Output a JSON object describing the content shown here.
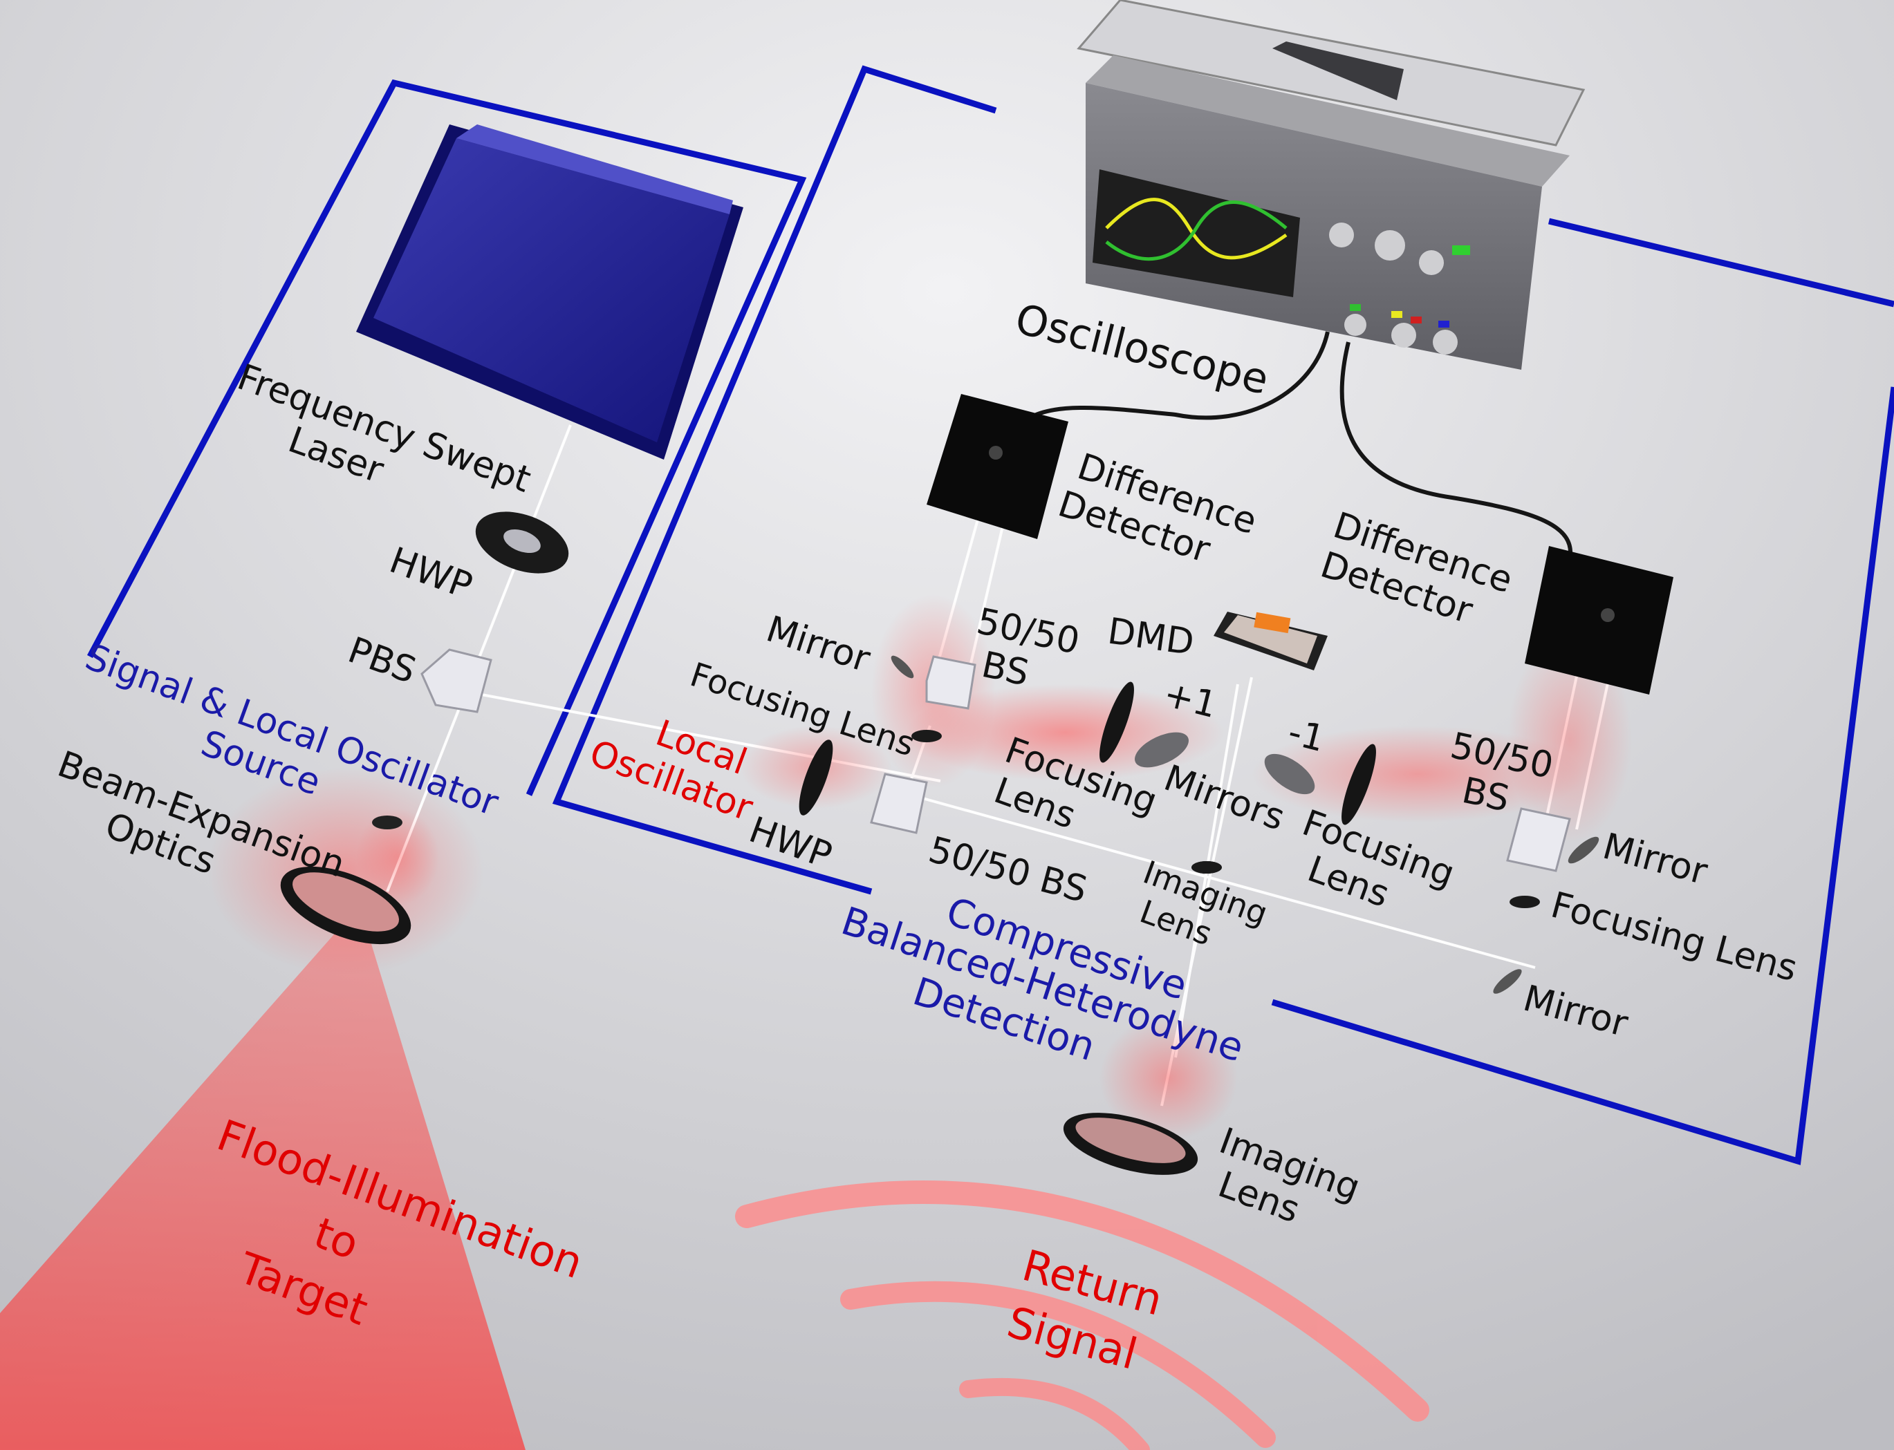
{
  "labels": {
    "laser": [
      "Frequency Swept",
      "Laser"
    ],
    "hwp_top": "HWP",
    "pbs": "PBS",
    "source": [
      "Signal & Local Oscillator",
      "Source"
    ],
    "beam_exp": [
      "Beam-Expansion",
      "Optics"
    ],
    "flood": [
      "Flood-Illumination",
      "to",
      "Target"
    ],
    "oscilloscope": "Oscilloscope",
    "diff_det_left": [
      "Difference",
      "Detector"
    ],
    "diff_det_right": [
      "Difference",
      "Detector"
    ],
    "mirror_left": "Mirror",
    "bs_left_top": [
      "50/50",
      "BS"
    ],
    "focusing_lens_left": "Focusing Lens",
    "dmd": "DMD",
    "plus1": "+1",
    "minus1": "-1",
    "local_osc": [
      "Local",
      "Oscillator"
    ],
    "hwp_mid": "HWP",
    "bs_left_bottom": "50/50 BS",
    "focusing_lens_mid": [
      "Focusing",
      "Lens"
    ],
    "mirrors": "Mirrors",
    "focusing_lens_right_mid": [
      "Focusing",
      "Lens"
    ],
    "bs_right": [
      "50/50",
      "BS"
    ],
    "mirror_right": "Mirror",
    "focusing_lens_right": "Focusing Lens",
    "imaging_lens_small": [
      "Imaging",
      "Lens"
    ],
    "mirror_bottom": "Mirror",
    "compressive": [
      "Compressive",
      "Balanced-Heterodyne",
      "Detection"
    ],
    "imaging_lens_big": [
      "Imaging",
      "Lens"
    ],
    "return": [
      "Return",
      "Signal"
    ]
  },
  "colors": {
    "box": "#0a12c0",
    "label_black": "#111111",
    "label_blue": "#1a1aa8",
    "label_red": "#e00000",
    "beam": "#ff5555"
  }
}
